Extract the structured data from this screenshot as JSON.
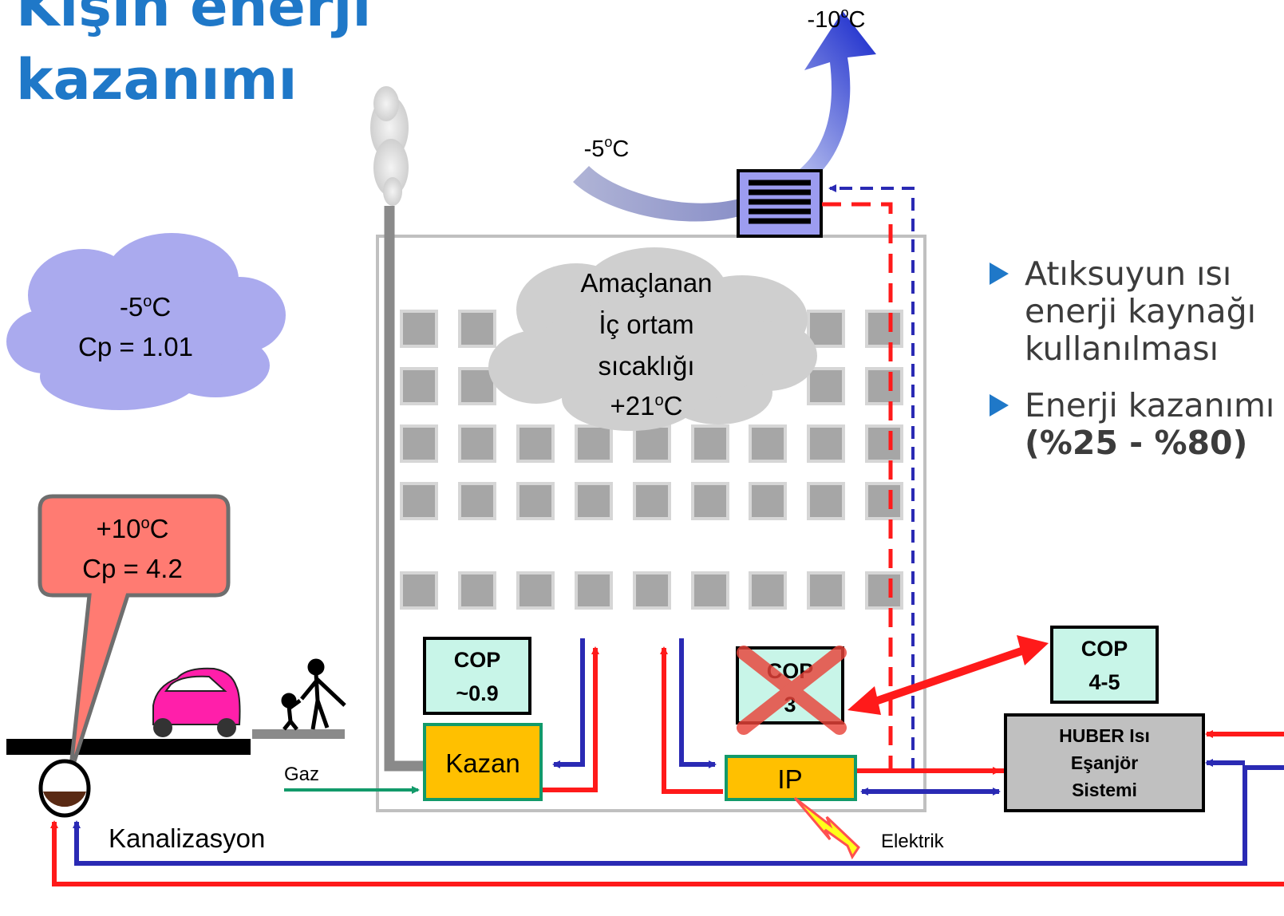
{
  "title": {
    "line1": "Kışın enerji",
    "line2": "kazanımı"
  },
  "bullets": [
    {
      "lines": [
        "Atıksuyun ısı",
        "enerji kaynağı",
        "kullanılması"
      ]
    },
    {
      "lines": [
        "Enerji kazanımı"
      ],
      "bold_line": "(%25 - %80)"
    }
  ],
  "labels": {
    "exhaust_temp": "-10",
    "intake_temp": "-5",
    "cloud_temp": "-5",
    "cloud_cp": "Cp = 1.01",
    "target_line1": "Amaçlanan",
    "target_line2": "İç ortam",
    "target_line3": "sıcaklığı",
    "target_temp": "+21",
    "sewer_temp": "+10",
    "sewer_cp": "Cp = 4.2",
    "cop_boiler_l1": "COP",
    "cop_boiler_l2": "~0.9",
    "cop_ip_l1": "COP",
    "cop_ip_l2": "3",
    "cop_huber_l1": "COP",
    "cop_huber_l2": "4-5",
    "boiler": "Kazan",
    "heat_pump": "IP",
    "huber_l1": "HUBER Isı",
    "huber_l2": "Eşanjör",
    "huber_l3": "Sistemi",
    "gas": "Gaz",
    "electric": "Elektrik",
    "sewer": "Kanalizasyon",
    "deg": "o",
    "unit": "C"
  },
  "colors": {
    "title": "#1f78c8",
    "red": "#ff1a1a",
    "blue": "#2a2ab4",
    "green": "#129a6a",
    "orange": "#ffc000",
    "mint": "#c8f5e8",
    "cloud_purple": "#aaaaee",
    "callout_red": "#ff7b72"
  }
}
